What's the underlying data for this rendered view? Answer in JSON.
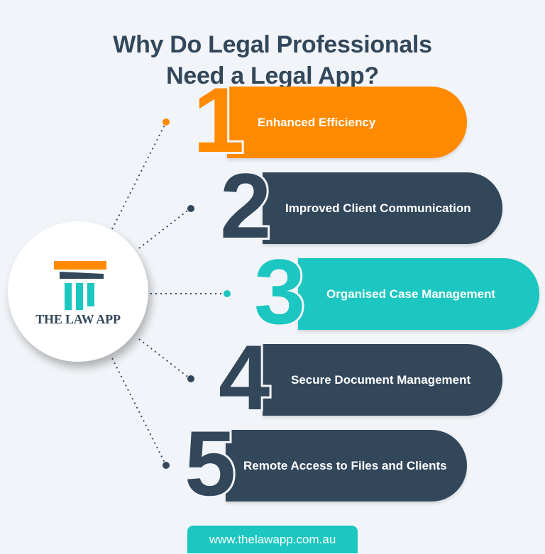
{
  "title": {
    "line1": "Why Do Legal Professionals",
    "line2": "Need a Legal App?"
  },
  "logo": {
    "text": "THE LAW APP",
    "colors": {
      "orange": "#ff8a00",
      "navy": "#33475b",
      "teal": "#1cc6c1"
    }
  },
  "items": [
    {
      "number": "1",
      "label": "Enhanced Efficiency",
      "color": "#ff8a00"
    },
    {
      "number": "2",
      "label": "Improved Client Communication",
      "color": "#33475b"
    },
    {
      "number": "3",
      "label": "Organised Case Management",
      "color": "#1cc6c1"
    },
    {
      "number": "4",
      "label": "Secure Document Management",
      "color": "#33475b"
    },
    {
      "number": "5",
      "label": "Remote Access to Files and Clients",
      "color": "#33475b"
    }
  ],
  "footer": {
    "url": "www.thelawapp.com.au"
  }
}
